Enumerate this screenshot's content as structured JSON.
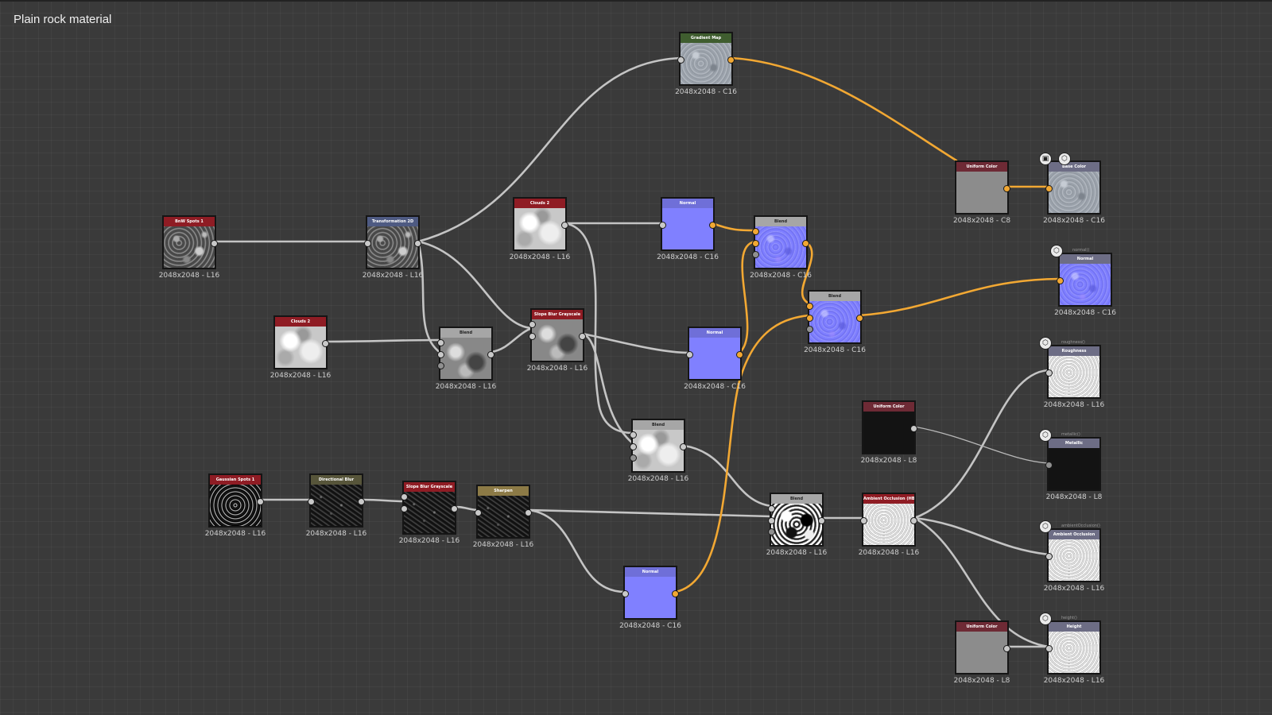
{
  "graph": {
    "title": "Plain rock material"
  },
  "colors": {
    "wire_gray": "#c4c4c4",
    "wire_orange": "#f2a833",
    "header_red": "#8f1c24",
    "header_blue": "#4e5a82",
    "header_green": "#3f5d2f",
    "header_olive": "#57553a",
    "header_tan": "#8c7a46",
    "header_gray": "#a6a6a6",
    "header_maroon": "#6e2a35",
    "header_slate": "#6d6d85",
    "header_normal": "#6f6fd8"
  },
  "nodes": {
    "bnw_spots": {
      "title": "BnW Spots 1",
      "res": "2048x2048 - L16"
    },
    "transformation": {
      "title": "Transformation 2D",
      "res": "2048x2048 - L16"
    },
    "clouds2_a": {
      "title": "Clouds 2",
      "res": "2048x2048 - L16"
    },
    "clouds2_b": {
      "title": "Clouds 2",
      "res": "2048x2048 - L16"
    },
    "blend_gray_a": {
      "title": "Blend",
      "res": "2048x2048 - L16"
    },
    "slope_blur_a": {
      "title": "Slope Blur Grayscale",
      "res": "2048x2048 - L16"
    },
    "gradient_map": {
      "title": "Gradient Map",
      "res": "2048x2048 - C16"
    },
    "normal_a": {
      "title": "Normal",
      "res": "2048x2048 - C16"
    },
    "normal_b": {
      "title": "Normal",
      "res": "2048x2048 - C16"
    },
    "blend_normal_a": {
      "title": "Blend",
      "res": "2048x2048 - C16"
    },
    "blend_normal_b": {
      "title": "Blend",
      "res": "2048x2048 - C16"
    },
    "blend_gray_b": {
      "title": "Blend",
      "res": "2048x2048 - L16"
    },
    "gaussian_spots": {
      "title": "Gaussian Spots 1",
      "res": "2048x2048 - L16"
    },
    "directional_blur": {
      "title": "Directional Blur",
      "res": "2048x2048 - L16"
    },
    "slope_blur_b": {
      "title": "Slope Blur Grayscale",
      "res": "2048x2048 - L16"
    },
    "sharpen": {
      "title": "Sharpen",
      "res": "2048x2048 - L16"
    },
    "normal_c": {
      "title": "Normal",
      "res": "2048x2048 - C16"
    },
    "blend_gray_c": {
      "title": "Blend",
      "res": "2048x2048 - L16"
    },
    "ambient_occlusion": {
      "title": "Ambient Occlusion (HB...",
      "res": "2048x2048 - L16"
    },
    "uniform_color_a": {
      "title": "Uniform Color",
      "res": "2048x2048 - C8"
    },
    "uniform_color_b": {
      "title": "Uniform Color",
      "res": "2048x2048 - L8"
    },
    "uniform_color_c": {
      "title": "Uniform Color",
      "res": "2048x2048 - L8"
    },
    "out_basecolor": {
      "title": "Base Color",
      "res": "2048x2048 - C16",
      "sublabel": ""
    },
    "out_normal": {
      "title": "Normal",
      "res": "2048x2048 - C16",
      "sublabel": "normal()"
    },
    "out_roughness": {
      "title": "Roughness",
      "res": "2048x2048 - L16",
      "sublabel": "roughness()"
    },
    "out_metallic": {
      "title": "Metallic",
      "res": "2048x2048 - L8",
      "sublabel": "metallic()"
    },
    "out_ao": {
      "title": "Ambient Occlusion",
      "res": "2048x2048 - L16",
      "sublabel": "ambientOcclusion()"
    },
    "out_height": {
      "title": "Height",
      "res": "2048x2048 - L16",
      "sublabel": "height()"
    }
  },
  "icons": {
    "output_badge": "output-icon",
    "preview_badge": "preview-icon"
  }
}
